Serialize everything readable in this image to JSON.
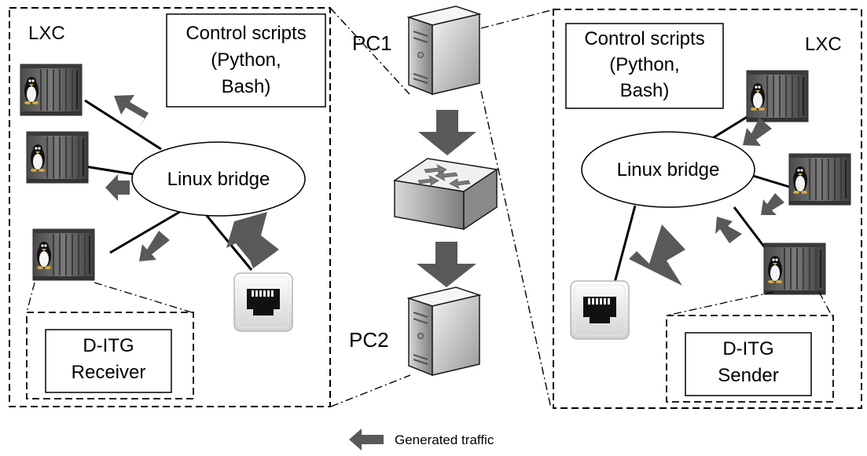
{
  "left_host": {
    "lxc_label": "LXC",
    "control_line1": "Control scripts",
    "control_line2": "(Python,",
    "control_line3": "Bash)",
    "bridge_label": "Linux bridge",
    "app_line1": "D-ITG",
    "app_line2": "Receiver"
  },
  "right_host": {
    "lxc_label": "LXC",
    "control_line1": "Control scripts",
    "control_line2": "(Python,",
    "control_line3": "Bash)",
    "bridge_label": "Linux bridge",
    "app_line1": "D-ITG",
    "app_line2": "Sender"
  },
  "center": {
    "pc1_label": "PC1",
    "pc2_label": "PC2"
  },
  "legend": {
    "traffic_label": "Generated traffic"
  },
  "colors": {
    "arrow": "#595959",
    "container_dark": "#3a3a3a",
    "container_mid": "#6e6e6e",
    "border": "#000000"
  },
  "icons": {
    "container": "lxc-container-icon",
    "server": "server-tower-icon",
    "switch": "network-switch-icon",
    "nic": "ethernet-port-icon",
    "arrow": "traffic-arrow-icon"
  }
}
